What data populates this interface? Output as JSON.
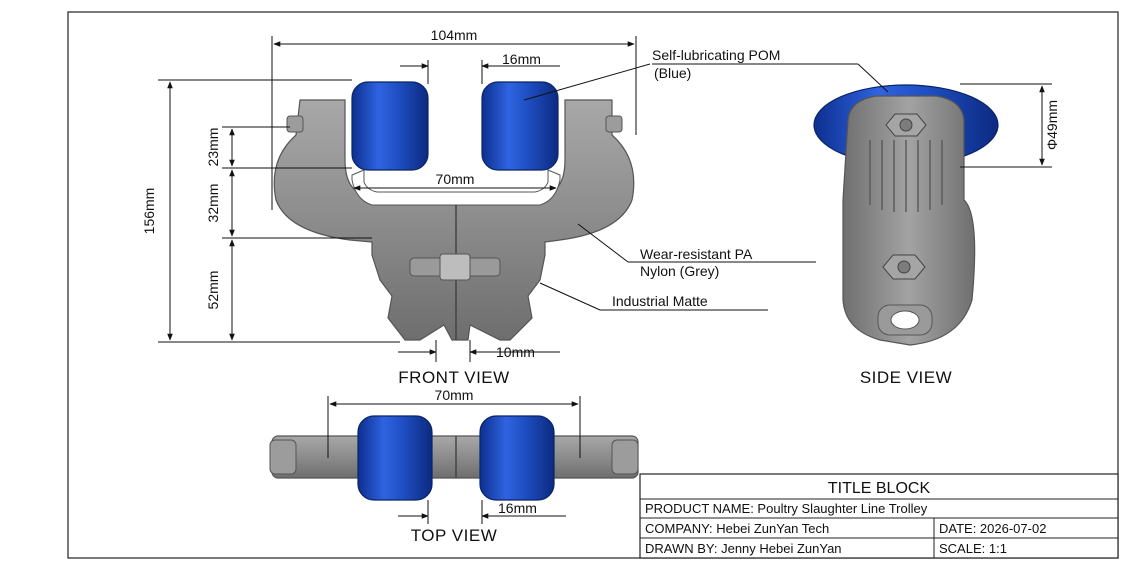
{
  "dimensions": {
    "overall_width": "104mm",
    "roller_width_front": "16mm",
    "inner_width": "70mm",
    "slot_width": "10mm",
    "overall_height": "156mm",
    "upper_height": "23mm",
    "middle_height": "32mm",
    "lower_height": "52mm",
    "roller_diameter": "Φ49mm",
    "top_span": "70mm",
    "roller_width_top": "16mm"
  },
  "callouts": {
    "pom_line1": "Self-lubricating POM",
    "pom_line2": "(Blue)",
    "pa_line1": "Wear-resistant PA",
    "pa_line2": "Nylon (Grey)",
    "finish": "Industrial Matte"
  },
  "views": {
    "front": "FRONT VIEW",
    "side": "SIDE VIEW",
    "top": "TOP VIEW"
  },
  "title_block": {
    "title": "TITLE BLOCK",
    "product": "PRODUCT NAME: Poultry Slaughter Line Trolley",
    "company": "COMPANY: Hebei ZunYan Tech",
    "date": "DATE: 2026-07-02",
    "drawn_by": "DRAWN BY: Jenny Hebei ZunYan",
    "scale": "SCALE: 1:1"
  },
  "colors": {
    "roller_blue": "#1f4fc4",
    "body_grey": "#8a8a8a",
    "frame": "#222222"
  }
}
